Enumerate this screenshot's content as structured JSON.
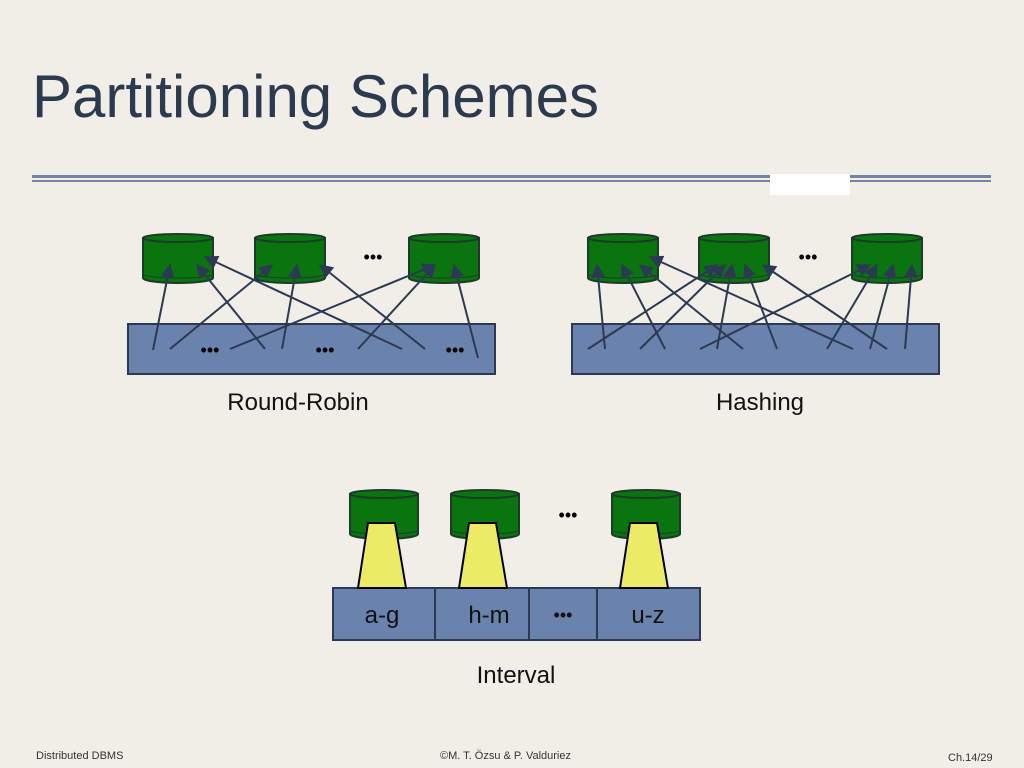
{
  "title": "Partitioning Schemes",
  "diagram": {
    "round_robin": {
      "label": "Round-Robin",
      "ellipsis": "•••"
    },
    "hashing": {
      "label": "Hashing",
      "ellipsis": "•••"
    },
    "interval": {
      "label": "Interval",
      "ellipsis": "•••",
      "ranges": [
        "a-g",
        "h-m",
        "•••",
        "u-z"
      ]
    },
    "colors": {
      "disk": "#0a740f",
      "relation": "#6a83ac",
      "range": "#ebeb66",
      "arrow": "#2b3a52"
    }
  },
  "footer": {
    "left": "Distributed DBMS",
    "center": "©M. T. Özsu & P. Valduriez",
    "right": "Ch.14/29"
  }
}
